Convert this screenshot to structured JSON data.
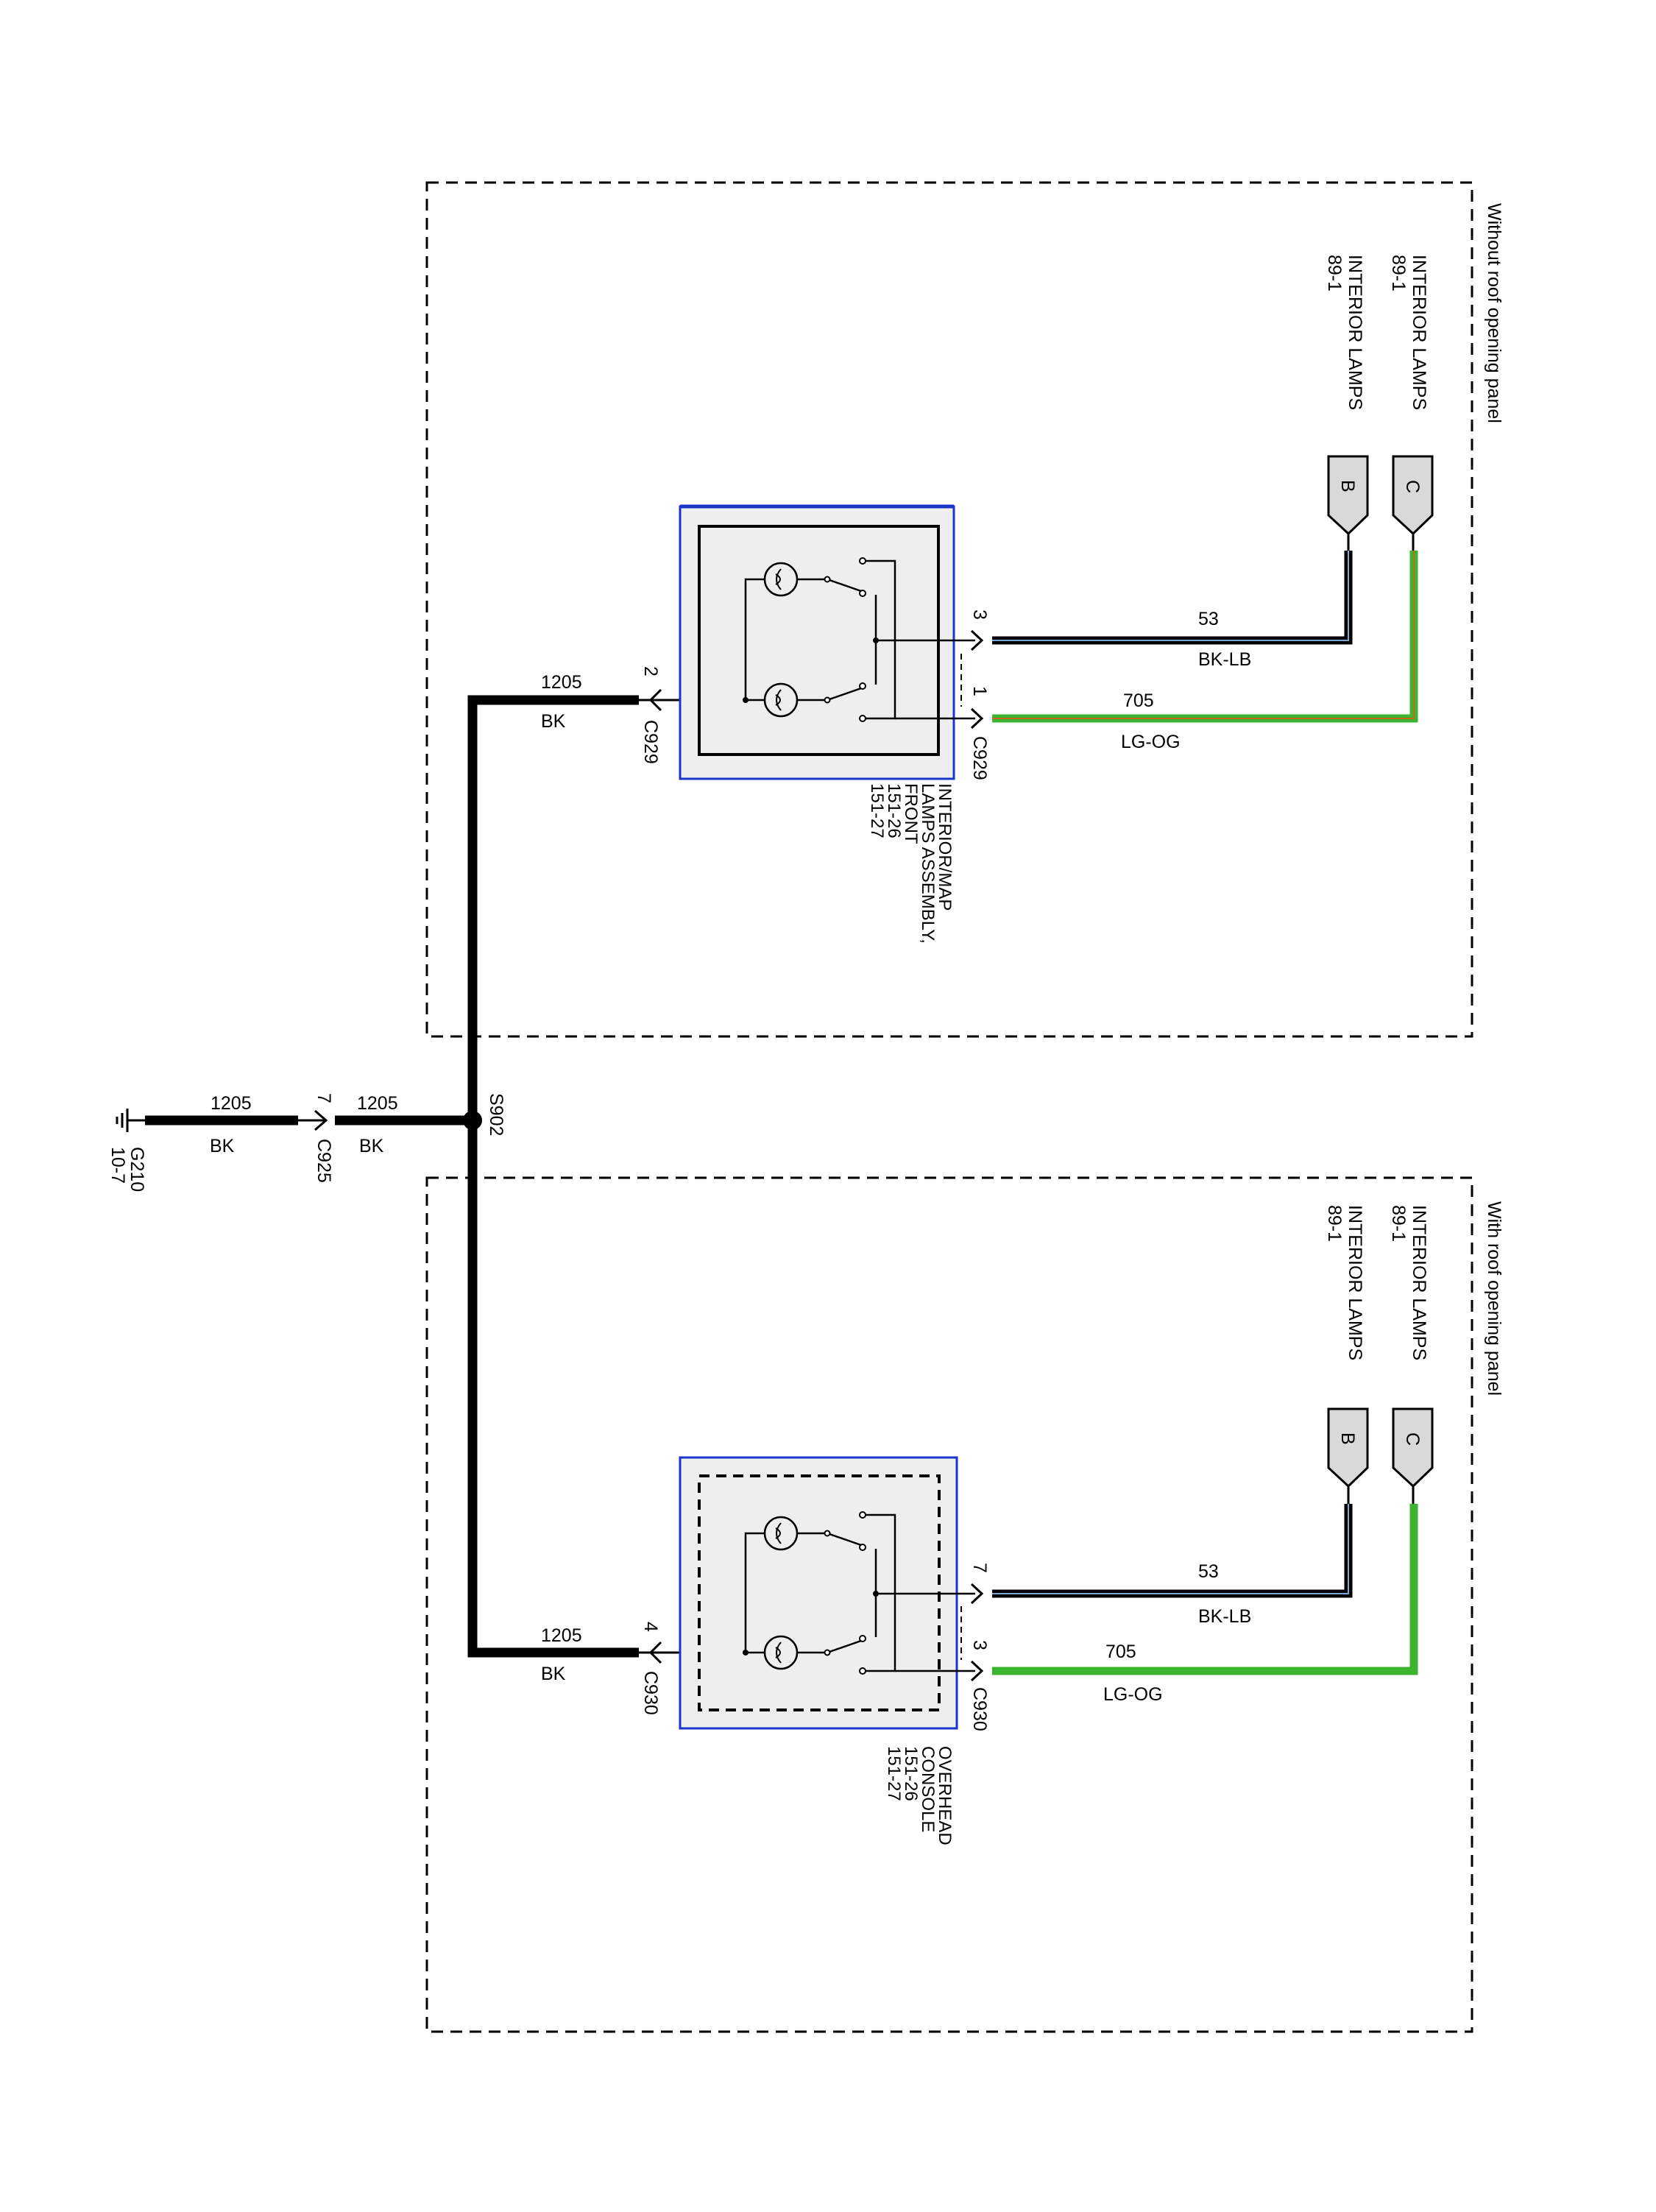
{
  "panels": {
    "without_roof": "Without roof opening panel",
    "with_roof": "With roof opening panel"
  },
  "ground": {
    "name": "G210",
    "ref": "10-7"
  },
  "splice": {
    "name": "S902"
  },
  "wires": {
    "ground_circuit": "1205",
    "ground_color": "BK",
    "lamp_circuit": "53",
    "lamp_color": "BK-LB",
    "door_circuit": "705",
    "door_color": "LG-OG"
  },
  "connectors": {
    "c925": {
      "name": "C925",
      "pin": "7"
    },
    "c929_ground": {
      "name": "C929",
      "pin": "2"
    },
    "c929_lamp_pin": "3",
    "c929_door": {
      "name": "C929",
      "pin": "1"
    },
    "c930_ground": {
      "name": "C930",
      "pin": "4"
    },
    "c930_lamp_pin": "7",
    "c930_door": {
      "name": "C930",
      "pin": "3"
    }
  },
  "references": {
    "interior_lamps_label": "INTERIOR LAMPS",
    "interior_lamps_ref": "89-1",
    "flag_c": "C",
    "flag_b": "B"
  },
  "components": {
    "map_lamps": {
      "name": [
        "INTERIOR/MAP",
        "LAMPS ASSEMBLY,",
        "FRONT"
      ],
      "refs": [
        "151-26",
        "151-27"
      ]
    },
    "overhead_console": {
      "name": [
        "OVERHEAD",
        "CONSOLE"
      ],
      "refs": [
        "151-26",
        "151-27"
      ]
    }
  },
  "colors": {
    "wire_black": "#000000",
    "wire_blue_stripe": "#7aa6d6",
    "wire_green": "#3bb42f",
    "wire_orange_stripe": "#c8691a",
    "module_border": "#1c35c8",
    "module_fill": "#eeeeee"
  }
}
